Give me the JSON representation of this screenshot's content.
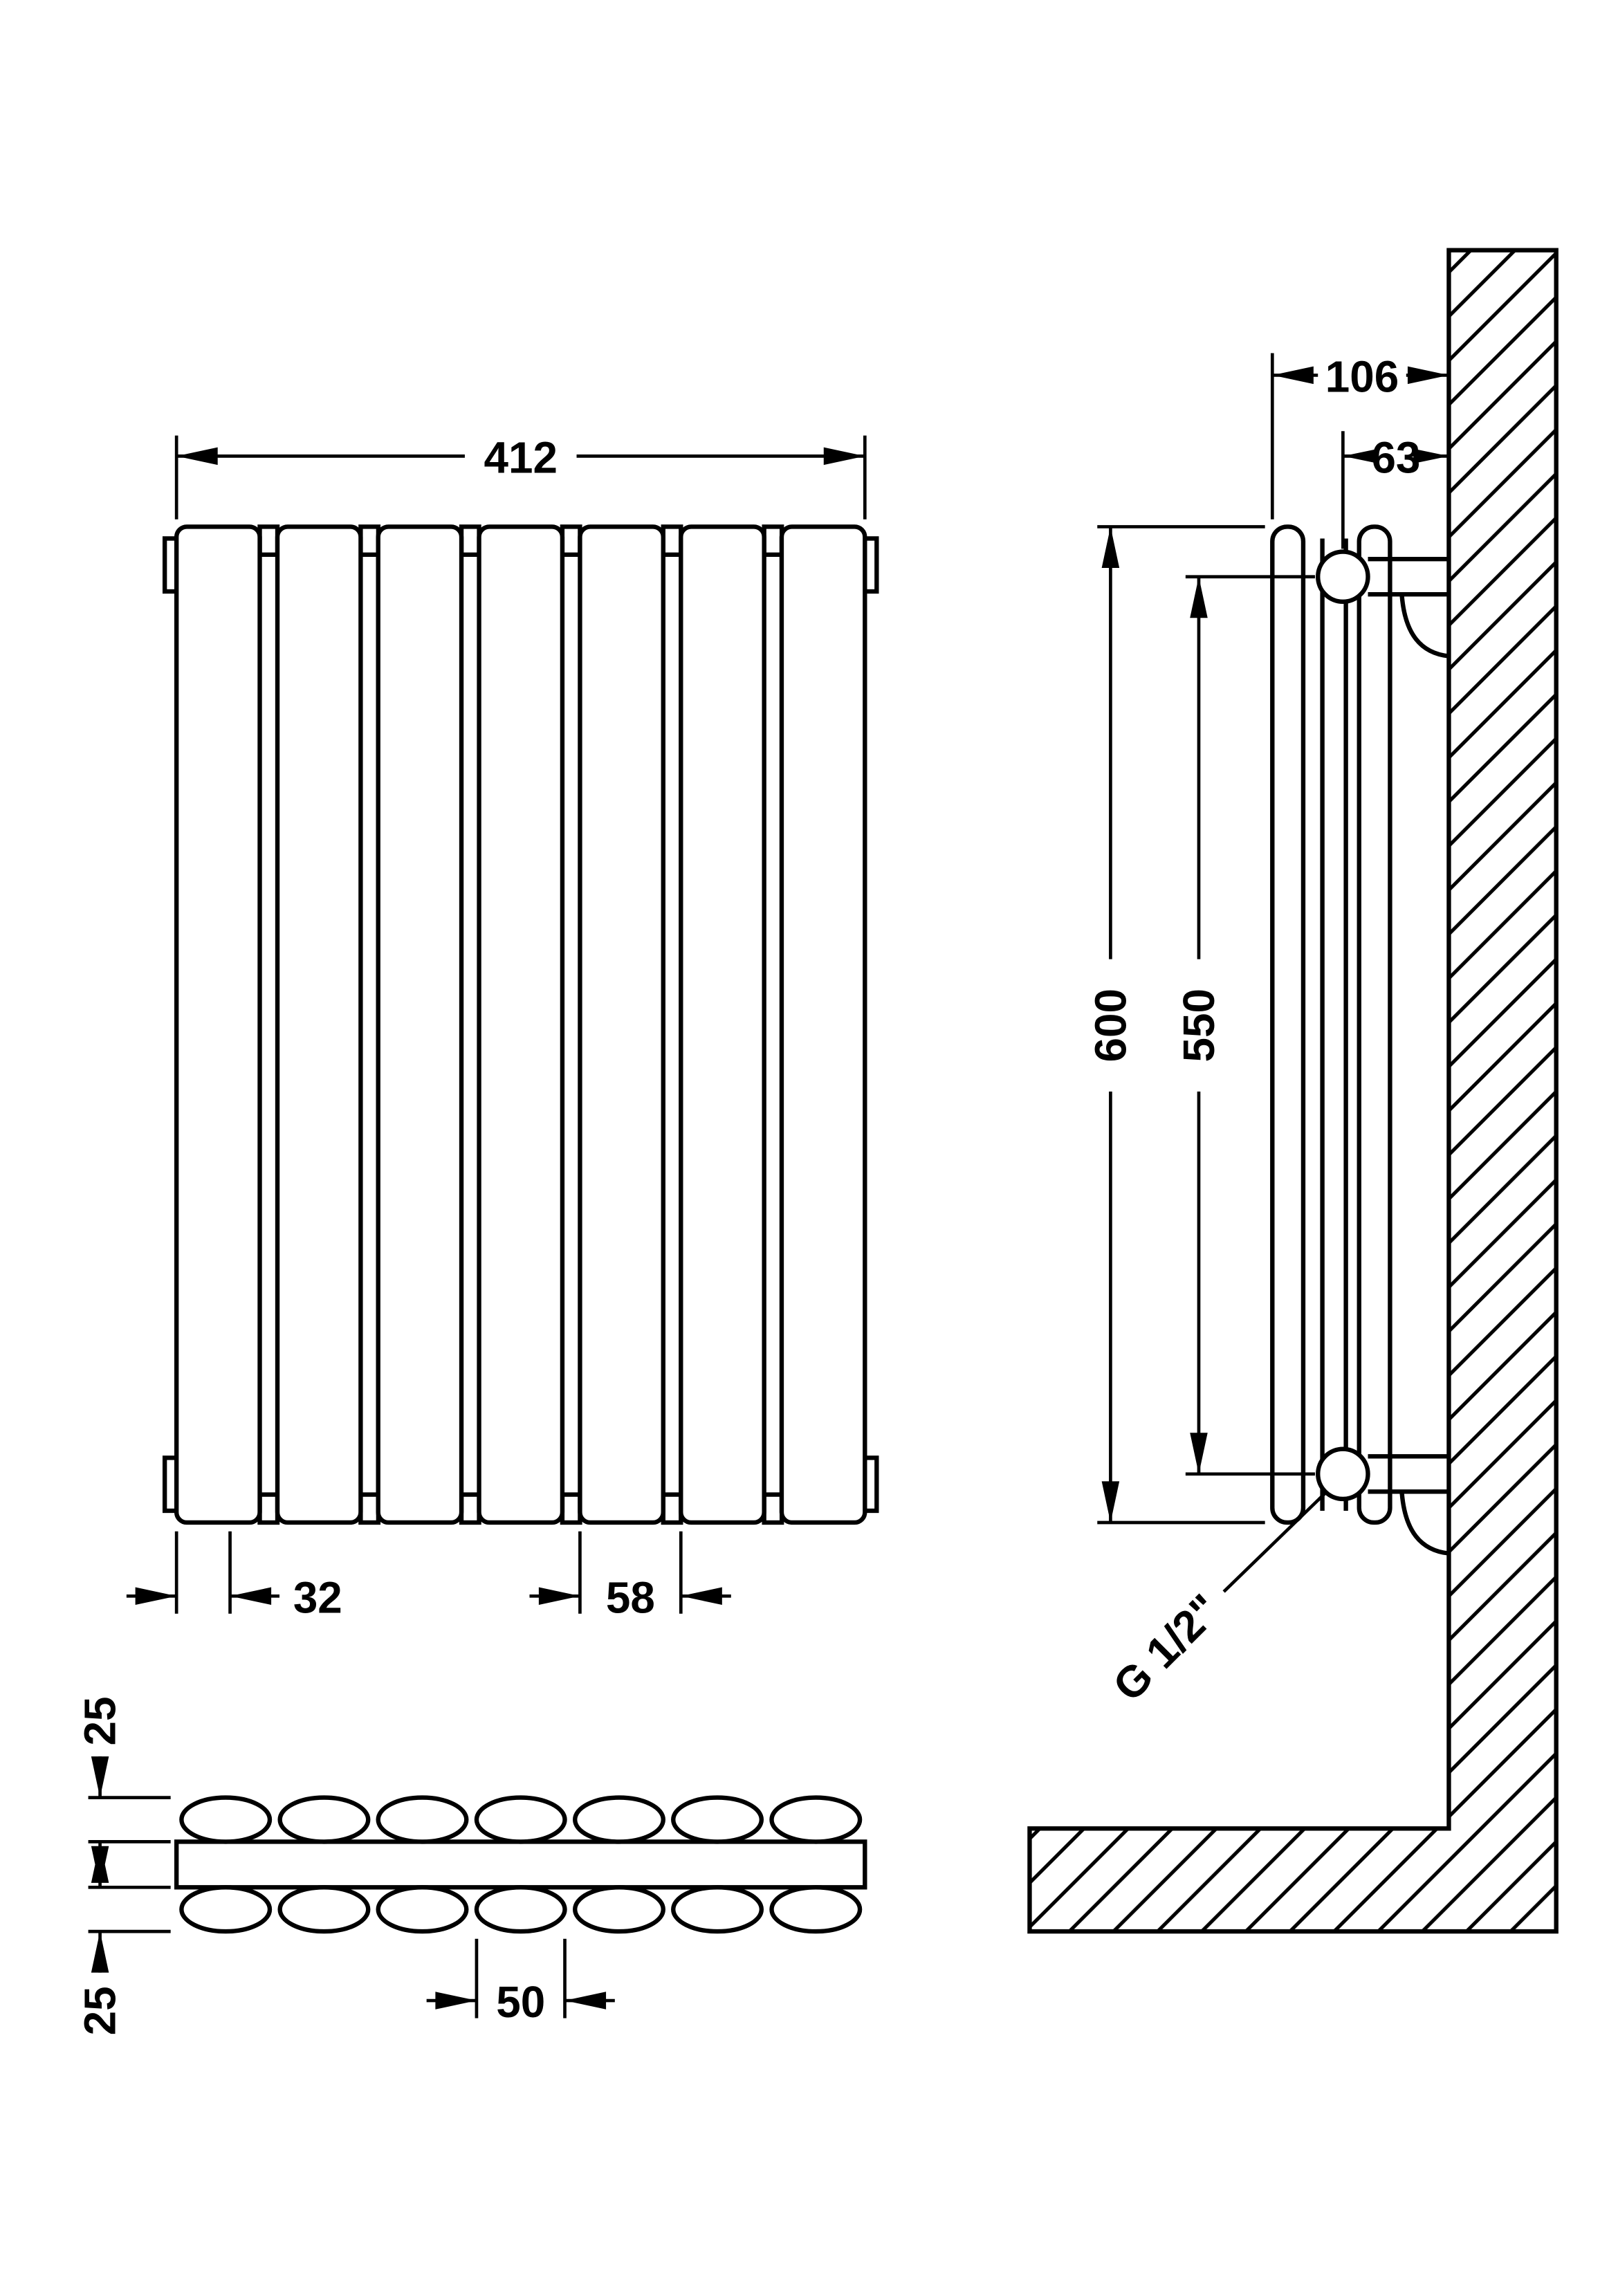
{
  "page": {
    "background": "#ffffff",
    "line_color": "#000000"
  },
  "front_view": {
    "width": "412",
    "bracket_offset": "32",
    "panel_pitch": "58"
  },
  "section_view": {
    "oval_depth_top": "25",
    "oval_depth_bottom": "25",
    "oval_width": "50"
  },
  "side_view": {
    "total_depth": "106",
    "wall_to_pipe_center": "63",
    "height": "600",
    "tapping_centres": "550",
    "connection": "G 1/2\""
  }
}
